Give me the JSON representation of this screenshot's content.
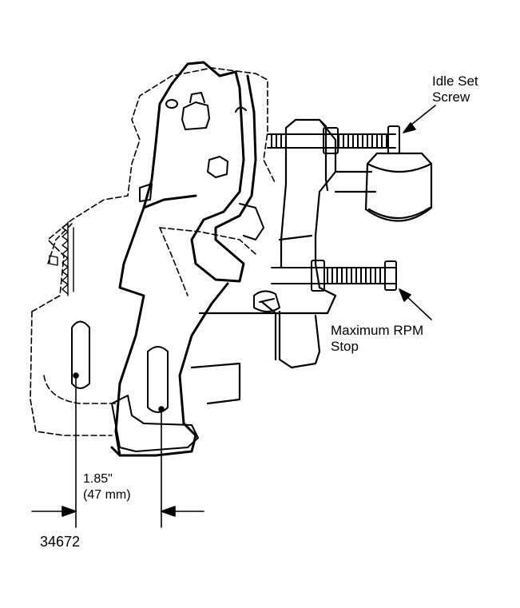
{
  "labels": {
    "idle_set_screw": [
      "Idle Set",
      "Screw"
    ],
    "maximum_rpm_stop": [
      "Maximum RPM",
      "Stop"
    ],
    "dimension": [
      "1.85\"",
      "(47 mm)"
    ],
    "figure_number": "34672"
  }
}
